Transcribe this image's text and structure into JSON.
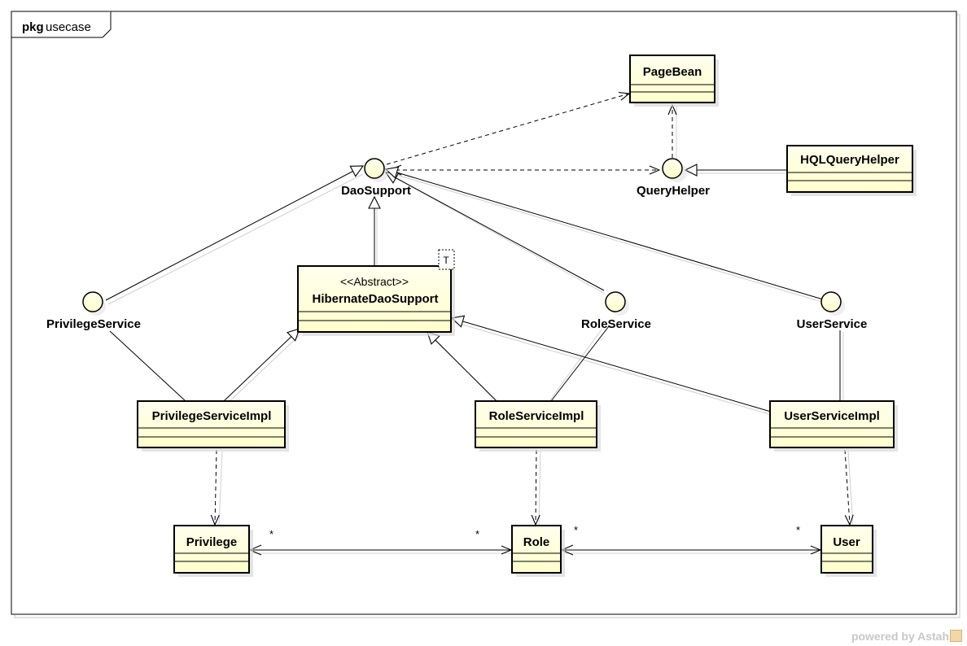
{
  "package": {
    "keyword": "pkg",
    "name": "usecase"
  },
  "classes": {
    "pagebean": {
      "name": "PageBean"
    },
    "hqlqueryhelper": {
      "name": "HQLQueryHelper"
    },
    "hibernatedaosupport": {
      "name": "HibernateDaoSupport",
      "stereotype": "<<Abstract>>",
      "type_param": "T"
    },
    "privilegeserviceimpl": {
      "name": "PrivilegeServiceImpl"
    },
    "roleserviceimpl": {
      "name": "RoleServiceImpl"
    },
    "userserviceimpl": {
      "name": "UserServiceImpl"
    },
    "privilege": {
      "name": "Privilege"
    },
    "role": {
      "name": "Role"
    },
    "user": {
      "name": "User"
    }
  },
  "interfaces": {
    "daosupport": {
      "name": "DaoSupport"
    },
    "queryhelper": {
      "name": "QueryHelper"
    },
    "privilegeservice": {
      "name": "PrivilegeService"
    },
    "roleservice": {
      "name": "RoleService"
    },
    "userservice": {
      "name": "UserService"
    }
  },
  "associations": {
    "privilege_role": {
      "from_mult": "*",
      "to_mult": "*"
    },
    "role_user": {
      "from_mult": "*",
      "to_mult": "*"
    }
  },
  "colors": {
    "class_fill": "#ffffdd",
    "line": "#000000",
    "shadow": "#c8c8c8"
  },
  "footer": {
    "text": "powered by Astah"
  }
}
